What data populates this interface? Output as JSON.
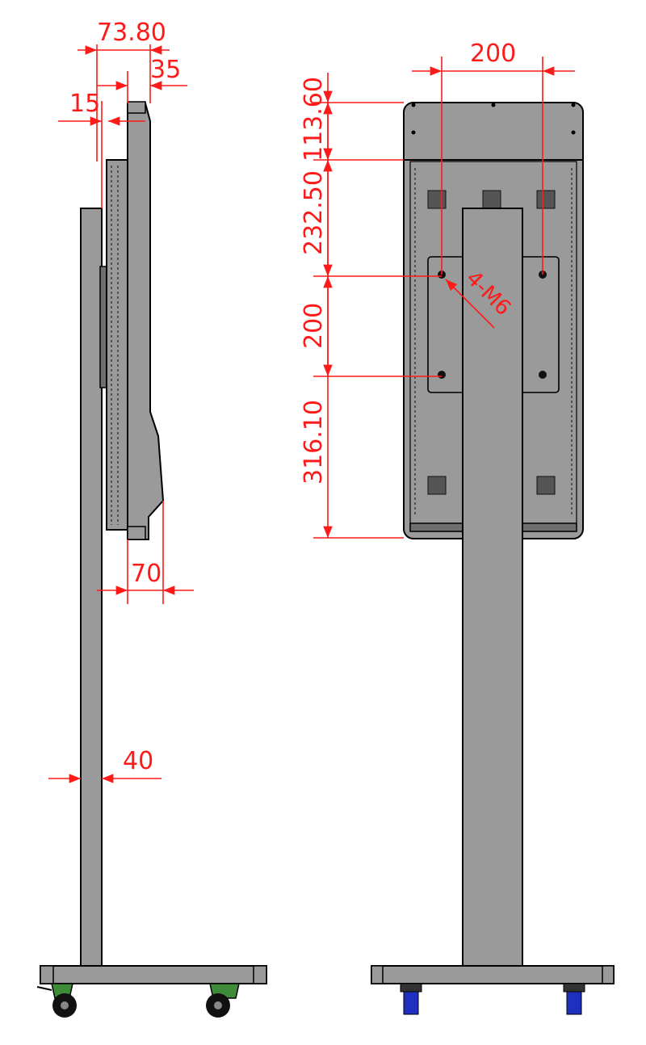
{
  "colors": {
    "dimension": "#ff1a1a",
    "body": "#9a9a9a",
    "outline": "#000000",
    "caster_green": "#3e8b3a",
    "caster_blue": "#1f2fbf"
  },
  "side_view": {
    "dims": {
      "depth_total": "73.80",
      "depth_bezel": "35",
      "offset": "15",
      "bulge": "70",
      "post": "40"
    }
  },
  "rear_view": {
    "dims": {
      "vesa_width": "200",
      "top_band": "113.60",
      "to_mount": "232.50",
      "vesa_height": "200",
      "to_bottom": "316.10"
    },
    "screw_callout": "4-M6"
  }
}
